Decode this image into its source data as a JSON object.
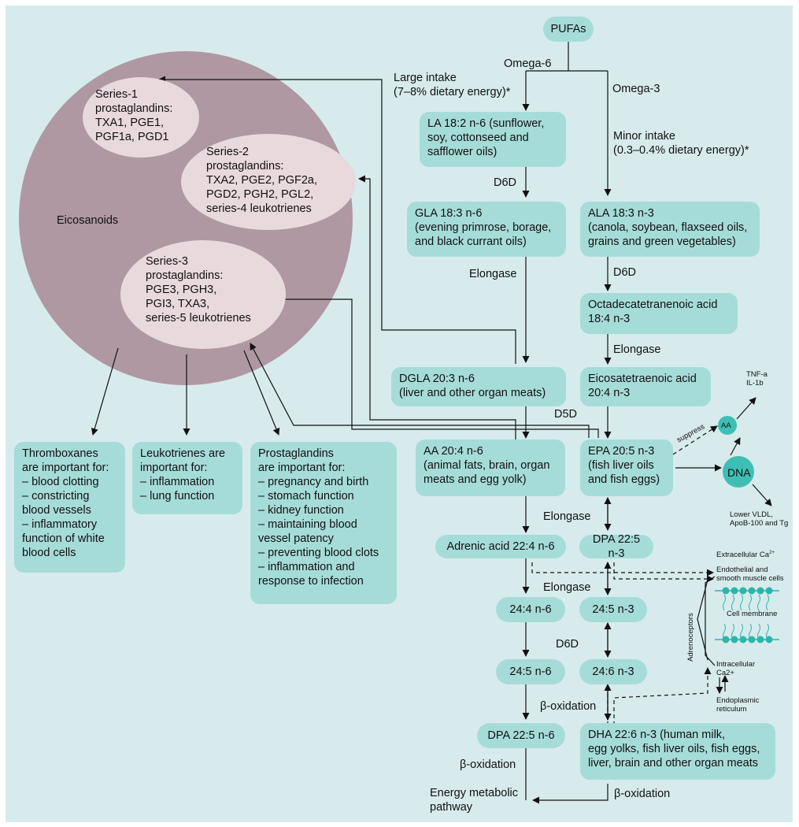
{
  "nodes": {
    "pufas": "PUFAs",
    "la": "LA 18:2 n-6 (sunflower,\nsoy, cottonseed and\nsafflower oils)",
    "gla": "GLA 18:3 n-6\n(evening primrose, borage,\nand black currant oils)",
    "dgla": "DGLA 20:3 n-6\n(liver and other organ meats)",
    "aa": "AA 20:4 n-6\n(animal fats, brain, organ\nmeats and egg yolk)",
    "adrenic": "Adrenic acid 22:4 n-6",
    "n6_244": "24:4 n-6",
    "n6_245": "24:5 n-6",
    "dpa_n6": "DPA 22:5 n-6",
    "ala": "ALA 18:3 n-3\n(canola, soybean, flaxseed oils,\ngrains and green vegetables)",
    "octa": "Octadecatetranenoic acid\n18:4 n-3",
    "eicosa": "Eicosatetraenoic acid\n20:4 n-3",
    "epa": "EPA 20:5 n-3\n(fish liver oils\nand fish eggs)",
    "dpa_n3": "DPA 22:5 n-3",
    "n3_245": "24:5 n-3",
    "n3_246": "24:6 n-3",
    "dha": "DHA 22:6 n-3 (human milk,\negg yolks, fish liver oils, fish eggs,\nliver, brain and other organ meats",
    "series1": "Series-1\nprostaglandins:\nTXA1, PGE1,\nPGF1a, PGD1",
    "series2": "Series-2\nprostaglandins:\nTXA2, PGE2, PGF2a,\nPGD2, PGH2, PGL2,\nseries-4 leukotrienes",
    "series3": "Series-3\nprostaglandins:\nPGE3, PGH3,\nPGI3, TXA3,\nseries-5 leukotrienes",
    "thromboxanes": "Thromboxanes\nare important for:\n– blood clotting\n– constricting\n   blood vessels\n– inflammatory\n   function of white\n   blood cells",
    "leukotrienes": "Leukotrienes are\nimportant for:\n– inflammation\n– lung function",
    "prostaglandins": "Prostaglandins\nare important for:\n– pregnancy and birth\n– stomach function\n– kidney function\n– maintaining blood\n   vessel patency\n– preventing blood clots\n– inflammation and\n   response to infection"
  },
  "labels": {
    "eicosanoids": "Eicosanoids",
    "omega6": "Omega-6",
    "omega3": "Omega-3",
    "large_intake": "Large intake\n(7–8% dietary energy)*",
    "minor_intake": "Minor intake\n(0.3–0.4% dietary energy)*",
    "d6d": "D6D",
    "d5d": "D5D",
    "elongase": "Elongase",
    "beta_ox": "β-oxidation",
    "energy": "Energy metabolic\npathway"
  },
  "small": {
    "aa": "AA",
    "dna": "DNA",
    "tnf": "TNF-a\nIL-1b",
    "suppress": "suppress",
    "lower_vldl": "Lower VLDL,\nApoB-100 and Tg",
    "extracellular": "Extracellular Ca",
    "ca_sup": "2+",
    "endothelial": "Endothelial and\nsmooth muscle cells",
    "cell_membrane": "Cell membrane",
    "adrenoceptors": "Adrenoceptors",
    "intracellular": "Intracellular\nCa2+",
    "er": "Endoplasmic\nreticulum"
  },
  "colors": {
    "panel": "#d7ebec",
    "node": "#a6dcd8",
    "circle": "#af98a2",
    "ellipse": "#e8d9dd",
    "accent": "#3fbfb4"
  }
}
